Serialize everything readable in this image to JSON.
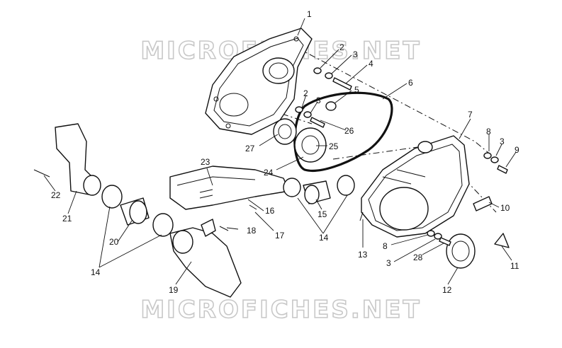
{
  "watermark": {
    "top": "MICROFICHES.NET",
    "bottom": "MICROFICHES.NET"
  },
  "callouts": {
    "c1": "1",
    "c2a": "2",
    "c3a": "3",
    "c4": "4",
    "c5": "5",
    "c6": "6",
    "c2b": "2",
    "c3b": "3",
    "c26": "26",
    "c27": "27",
    "c25": "25",
    "c24": "24",
    "c23": "23",
    "c22": "22",
    "c21": "21",
    "c16": "16",
    "c17": "17",
    "c15": "15",
    "c14a": "14",
    "c14b": "14",
    "c18": "18",
    "c20": "20",
    "c19": "19",
    "c7": "7",
    "c8a": "8",
    "c3c": "3",
    "c9": "9",
    "c10": "10",
    "c11": "11",
    "c13": "13",
    "c8b": "8",
    "c3d": "3",
    "c28": "28",
    "c12": "12"
  }
}
